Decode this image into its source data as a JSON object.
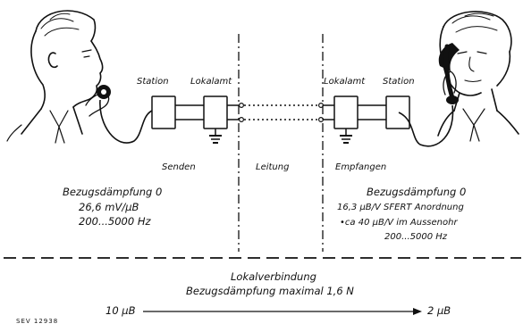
{
  "left": {
    "station": "Station",
    "office": "Lokalamt",
    "mode": "Senden",
    "title": "Bezugsdämpfung 0",
    "line1": "26,6 mV/μB",
    "line2": "200...5000 Hz"
  },
  "center": {
    "mode": "Leitung"
  },
  "right": {
    "office": "Lokalamt",
    "station": "Station",
    "mode": "Empfangen",
    "title": "Bezugsdämpfung 0",
    "line1": "16,3 μB/V SFERT Anordnung",
    "line2": "•ca 40 μB/V im Aussenohr",
    "line3": "200...5000 Hz"
  },
  "bottom": {
    "title": "Lokalverbindung",
    "subtitle": "Bezugsdämpfung maximal 1,6 N",
    "from": "10 μB",
    "to": "2 μB"
  },
  "caption": "SEV 12938"
}
